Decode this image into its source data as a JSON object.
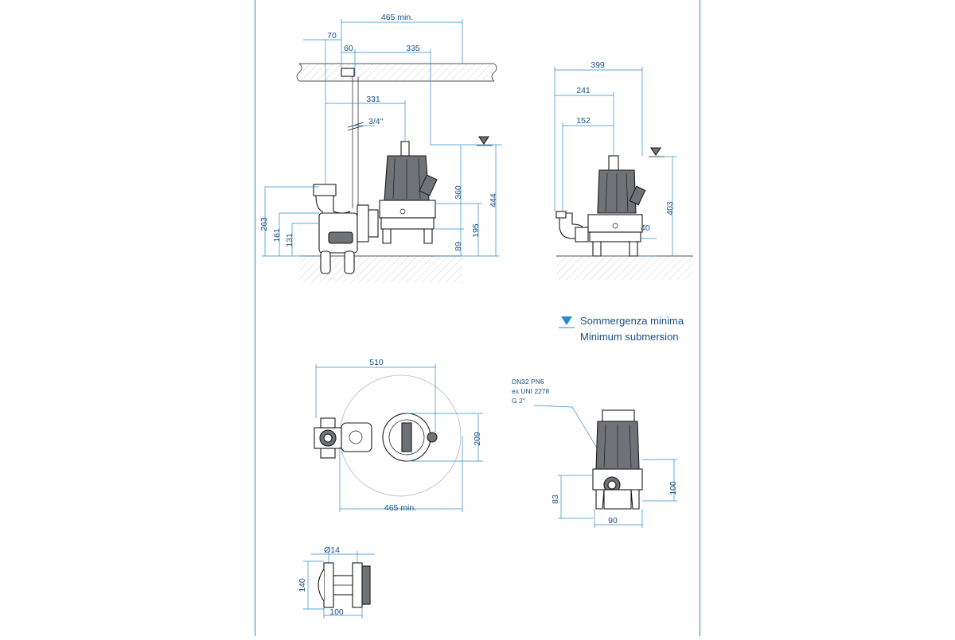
{
  "dimensions": {
    "top_465min": "465 min.",
    "d70": "70",
    "d60": "60",
    "d335": "335",
    "d331": "331",
    "thread": "3/4\"",
    "d263": "263",
    "d161": "161",
    "d131": "131",
    "d360": "360",
    "d444": "444",
    "d195": "195",
    "d89": "89",
    "d399": "399",
    "d241": "241",
    "d152": "152",
    "d403": "403",
    "d40": "40",
    "d510": "510",
    "d209": "209",
    "bottom_465min": "465 min.",
    "d83": "83",
    "d100_right": "100",
    "d90": "90",
    "d14": "Ø14",
    "d140": "140",
    "d100_bracket": "100"
  },
  "flange_note": [
    "DN32 PN6",
    "ex UNI 2278",
    "G 2\""
  ],
  "legend": {
    "line1": "Sommergenza minima",
    "line2": "Minimum submersion",
    "symbol": "submersion-triangle-icon",
    "color": "#2a8ccc"
  },
  "colors": {
    "sheet_border": "#2a8ccc",
    "dimension_line": "#2a8ccc",
    "dimension_text": "#1a4f88"
  }
}
